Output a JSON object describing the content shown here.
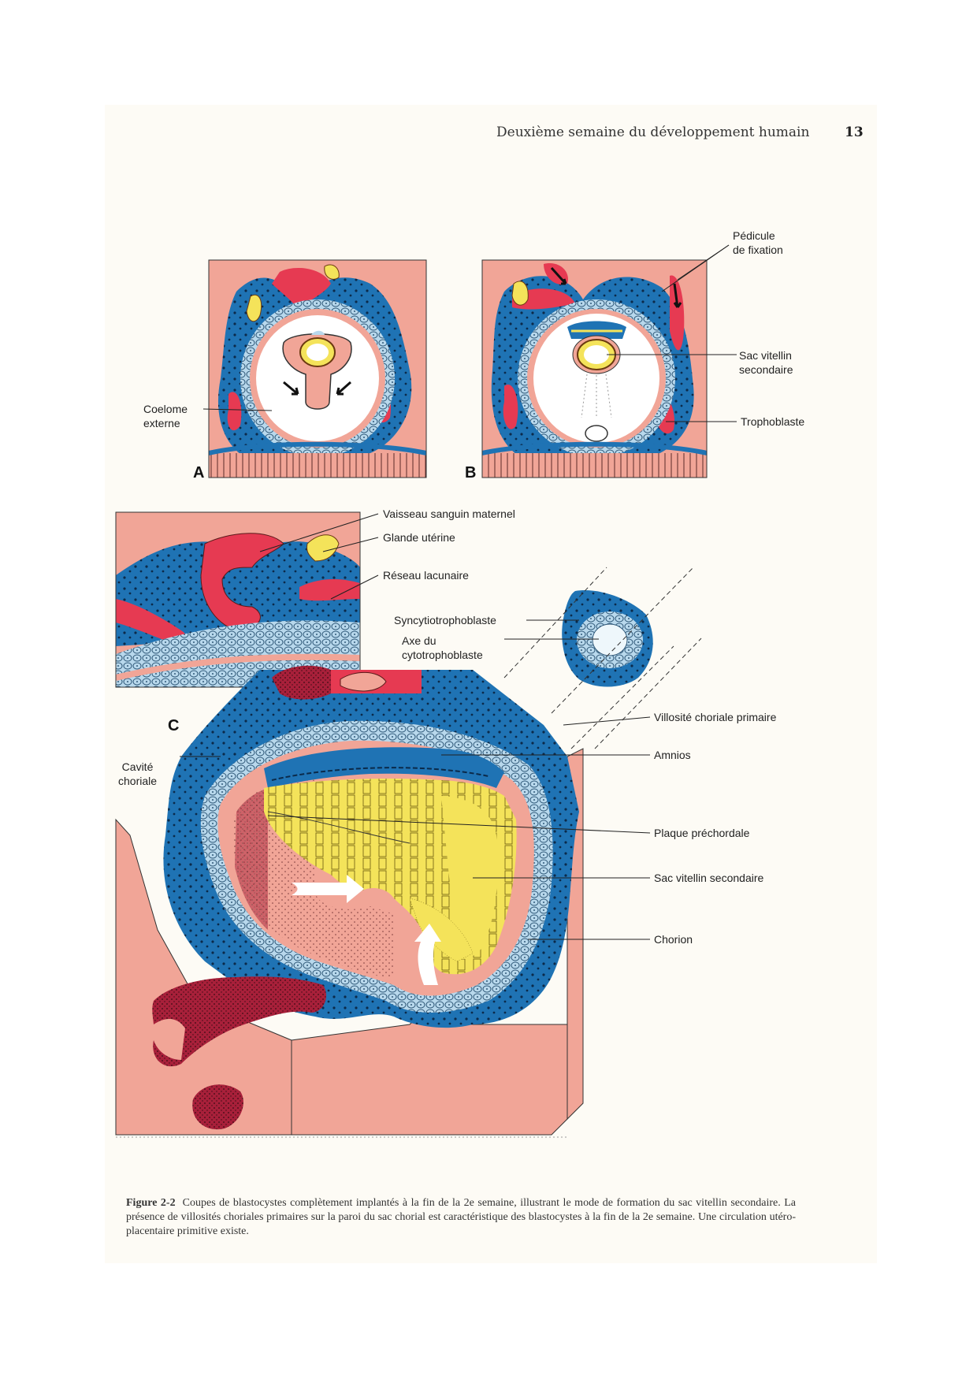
{
  "header": {
    "running_title": "Deuxième semaine du développement humain",
    "page_number": "13"
  },
  "panels": {
    "a": "A",
    "b": "B",
    "c": "C"
  },
  "labels": {
    "coelome": [
      "Coelome",
      "externe"
    ],
    "pedicule": [
      "Pédicule",
      "de fixation"
    ],
    "sac_vitellin_b": [
      "Sac vitellin",
      "secondaire"
    ],
    "trophoblaste": "Trophoblaste",
    "vaisseau": "Vaisseau sanguin maternel",
    "glande": "Glande utérine",
    "reseau": "Réseau lacunaire",
    "syncytio": "Syncytiotrophoblaste",
    "axe": [
      "Axe du",
      "cytotrophoblaste"
    ],
    "villosite": "Villosité choriale primaire",
    "amnios": "Amnios",
    "cavite": [
      "Cavité",
      "choriale"
    ],
    "plaque": "Plaque préchordale",
    "sac_vitellin_c": "Sac vitellin secondaire",
    "chorion": "Chorion"
  },
  "caption": {
    "label": "Figure 2-2",
    "text": "Coupes de blastocystes complètement implantés à la fin de la 2e semaine, illustrant le mode de formation du sac vitellin secondaire. La présence de villosités choriales primaires sur la paroi du sac chorial est caractéristique des blastocystes à la fin de la 2e semaine. Une circulation utéro-placentaire primitive existe."
  },
  "colors": {
    "pink": "#f1a597",
    "blue": "#1f73b4",
    "red": "#e63a52",
    "yellow": "#f4e35a",
    "light_blue": "#b8d8ec",
    "dark_red": "#a8203a"
  }
}
